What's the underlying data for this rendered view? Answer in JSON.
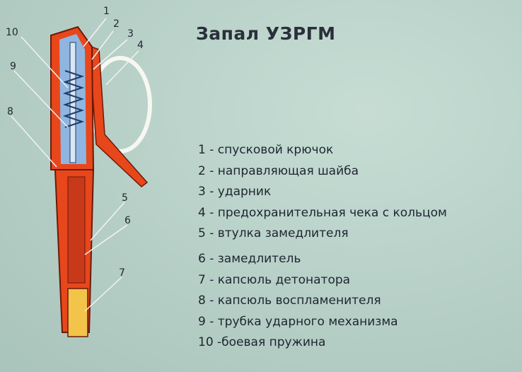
{
  "title": "Запал УЗРГМ",
  "callouts": [
    "1",
    "2",
    "3",
    "4",
    "5",
    "6",
    "7",
    "8",
    "9",
    "10"
  ],
  "legend": [
    "1 - спусковой крючок",
    "2 - направляющая шайба",
    "3 - ударник",
    "4 - предохранительная чека с кольцом",
    "5 - втулка замедлителя",
    "6 - замедлитель",
    "7 - капсюль детонатора",
    "8 - капсюль воспламенителя",
    "9 - трубка ударного механизма",
    "10 -боевая пружина"
  ],
  "colors": {
    "background": "#b9d2c9",
    "body_orange": "#e8471c",
    "inner_blue": "#8fb6e0",
    "cap_yellow": "#f2c44a",
    "ring_white": "#f7f7f2"
  }
}
